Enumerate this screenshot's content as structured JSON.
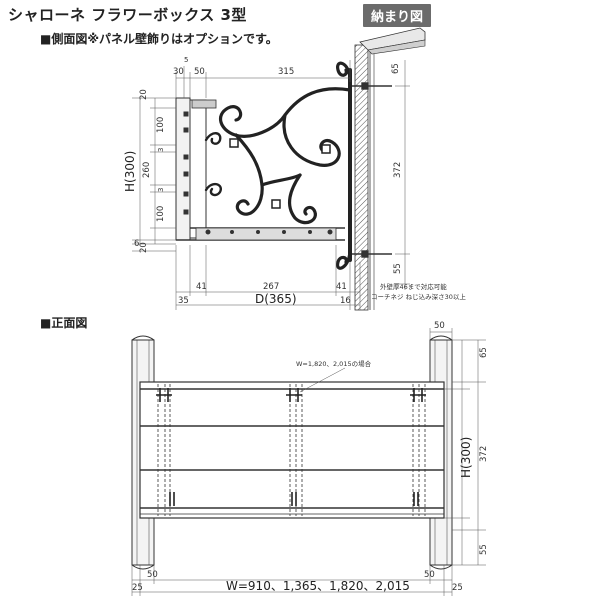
{
  "title": "シャローネ フラワーボックス 3型",
  "badge": "納まり図",
  "side_view": {
    "heading": "■側面図※パネル壁飾りはオプションです。",
    "top_dims": {
      "d5": "5",
      "d30": "30",
      "d50": "50",
      "d315": "315",
      "d65": "65"
    },
    "left_dims": {
      "d20a": "20",
      "d100a": "100",
      "d3a": "3",
      "d260": "260",
      "d3b": "3",
      "d100b": "100",
      "d6": "6",
      "d20b": "20",
      "h_label": "H(300)"
    },
    "right_dims": {
      "d372": "372",
      "d55": "55"
    },
    "bottom_dims": {
      "d41a": "41",
      "d267": "267",
      "d41b": "41",
      "d35": "35",
      "depth_label": "D(365)",
      "d16": "16"
    },
    "note1": "外壁厚46まで対応可能",
    "note2": "コーチネジ ねじ込み深さ30以上"
  },
  "front_view": {
    "heading": "■正面図",
    "top_dims": {
      "d50": "50",
      "d65": "65"
    },
    "w_note": "W=1,820、2,015の場合",
    "right_dims": {
      "h_label": "H(300)",
      "d372": "372",
      "d55": "55"
    },
    "bottom_dims": {
      "d25a": "25",
      "d50a": "50",
      "d50b": "50",
      "w_label": "W=910、1,365、1,820、2,015",
      "d25b": "25"
    }
  }
}
